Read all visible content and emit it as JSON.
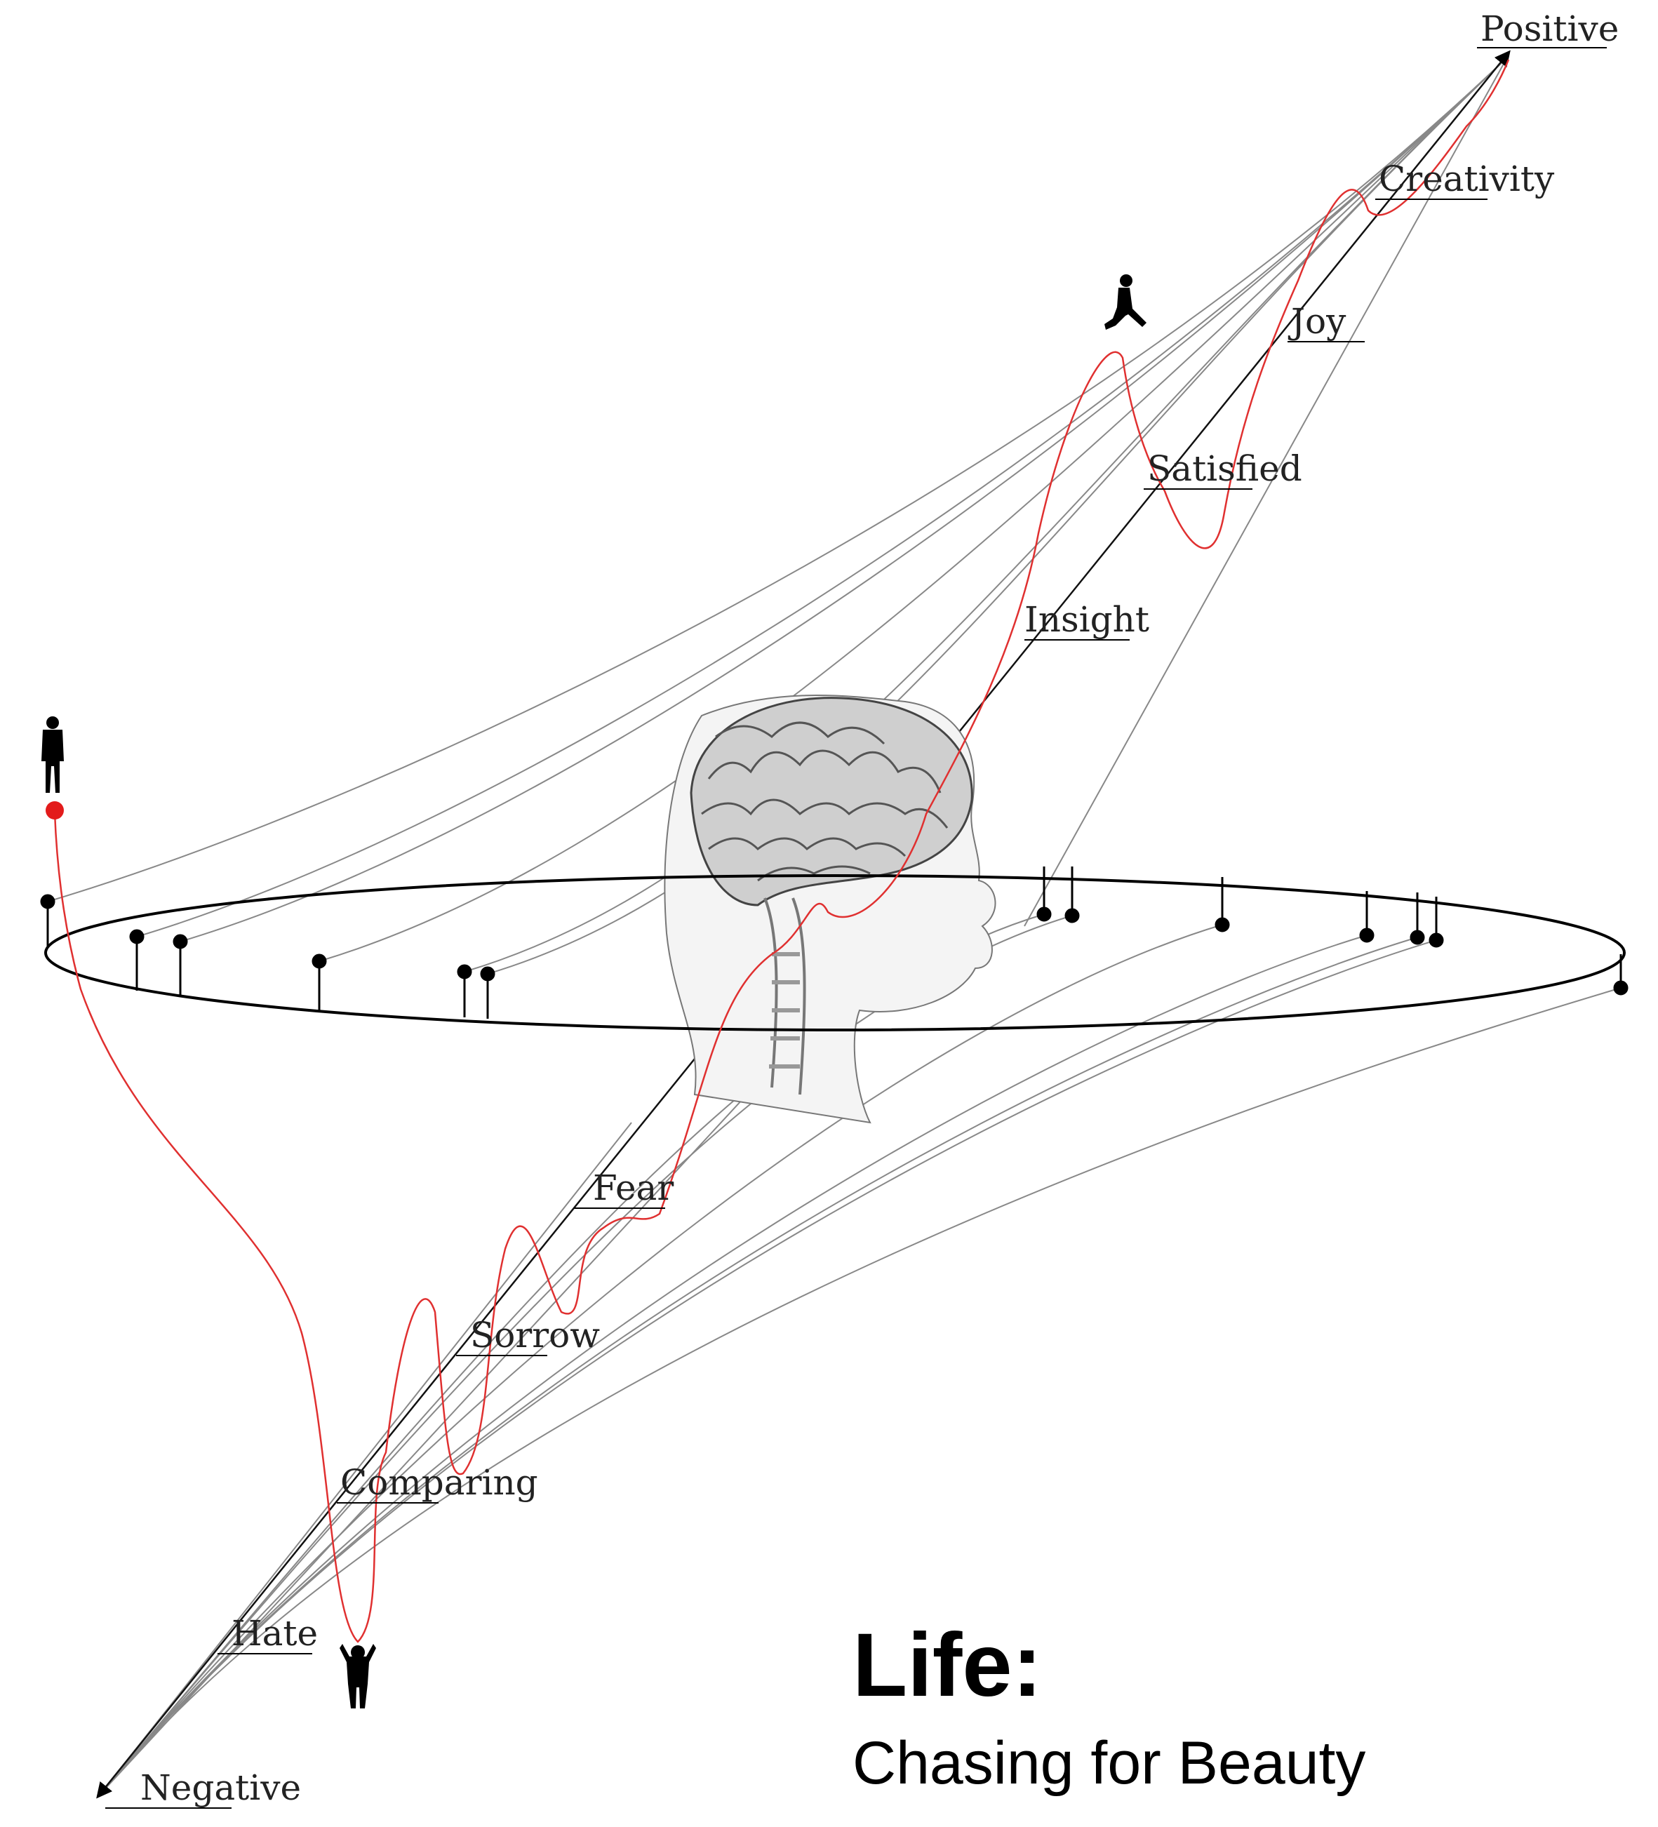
{
  "axis": {
    "positive_label": "Positive",
    "negative_label": "Negative"
  },
  "emotions": [
    "Creativity",
    "Joy",
    "Satisfied",
    "Insight",
    "Fear",
    "Sorrow",
    "Comparing",
    "Hate"
  ],
  "title": {
    "main": "Life:",
    "subtitle": "Chasing for Beauty"
  },
  "colors": {
    "life_path": "#e03030",
    "lines": "#777777",
    "ink": "#000000",
    "start_dot": "#e31b1b"
  },
  "icons": [
    "standing-person-icon",
    "walking-person-icon",
    "despairing-person-icon",
    "head-brain-illustration"
  ]
}
